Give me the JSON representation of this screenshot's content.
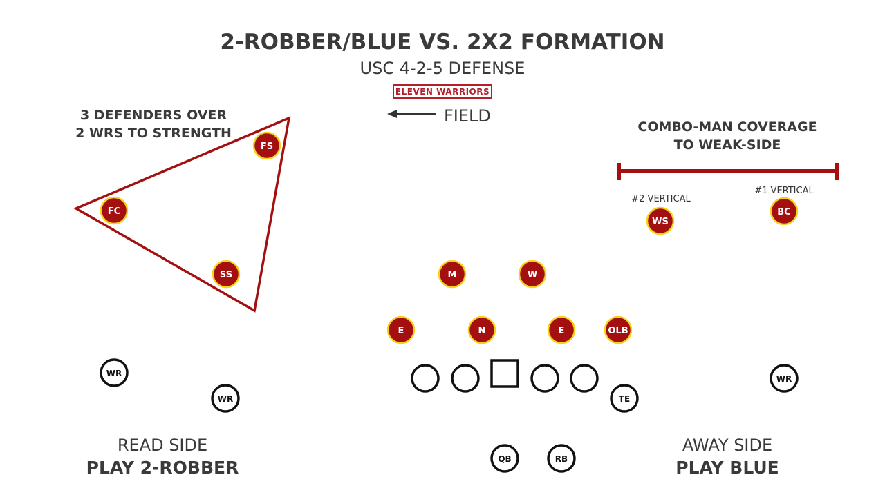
{
  "title": "2-ROBBER/BLUE VS. 2X2 FORMATION",
  "subtitle": "USC 4-2-5 DEFENSE",
  "logo": "ELEVEN WARRIORS",
  "direction": {
    "label": "FIELD",
    "arrow": "left"
  },
  "left_note": [
    "3 DEFENDERS OVER",
    "2 WRS TO STRENGTH"
  ],
  "right_note": [
    "COMBO-MAN COVERAGE",
    "TO WEAK-SIDE"
  ],
  "route_labels": {
    "ws": "#2 VERTICAL",
    "bc": "#1 VERTICAL"
  },
  "read_side": {
    "line1": "READ SIDE",
    "line2": "PLAY 2-ROBBER"
  },
  "away_side": {
    "line1": "AWAY SIDE",
    "line2": "PLAY BLUE"
  },
  "defense": [
    "FS",
    "FC",
    "SS",
    "M",
    "W",
    "E",
    "N",
    "E",
    "OLB",
    "WS",
    "BC"
  ],
  "offense": [
    "WR",
    "WR",
    "TE",
    "WR",
    "QB",
    "RB"
  ],
  "colors": {
    "defender": "#a40f10",
    "defender_ring": "#f5d21c",
    "accent": "#a40f10",
    "text": "#3a3a3a"
  }
}
